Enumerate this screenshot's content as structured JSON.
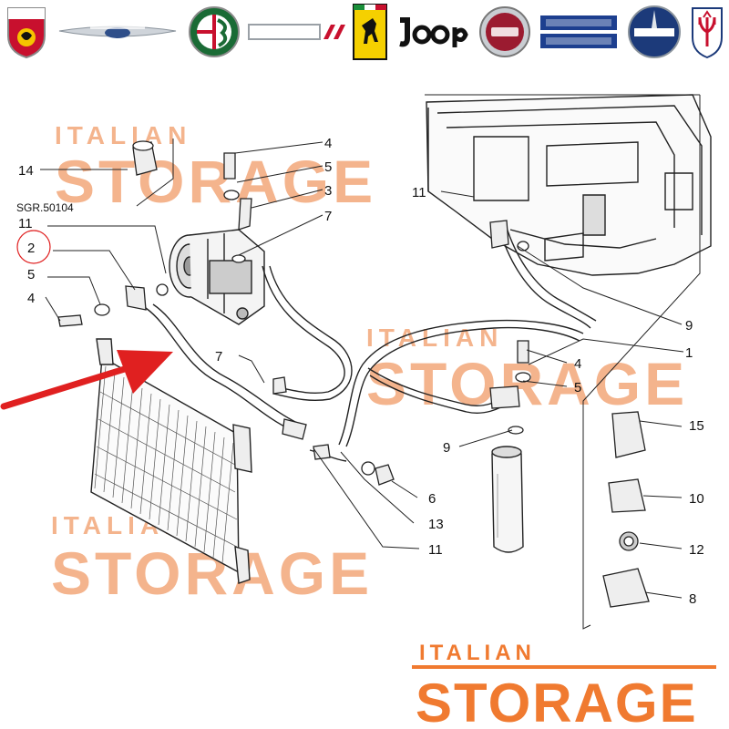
{
  "brand_logos": [
    {
      "id": "abarth",
      "label": "ABARTH",
      "color": "#c8102e"
    },
    {
      "id": "chrysler",
      "label": "CHRYSLER",
      "color": "#6f7d8c"
    },
    {
      "id": "alfa-romeo",
      "label": "ALFA ROMEO",
      "color": "#1a6b35"
    },
    {
      "id": "dodge",
      "label": "DODGE",
      "color": "#9aa0a6"
    },
    {
      "id": "ferrari",
      "label": "Ferrari",
      "color": "#f5d000"
    },
    {
      "id": "jeep",
      "label": "Jeep",
      "color": "#111111"
    },
    {
      "id": "fiat",
      "label": "FIAT",
      "color": "#9b1b30"
    },
    {
      "id": "magneti-marelli",
      "label": "MAGNETI MARELLI",
      "color": "#1d3f8f"
    },
    {
      "id": "lancia",
      "label": "LANCIA",
      "color": "#1c3a7a"
    },
    {
      "id": "maserati",
      "label": "MASERATI",
      "color": "#1c3a7a"
    }
  ],
  "watermark": {
    "line1": "ITALIAN",
    "line2": "STORAGE",
    "color": "#f3a77a"
  },
  "footer_logo": {
    "line1": "ITALIAN",
    "line2": "STORAGE",
    "color": "#f07a30"
  },
  "diagram": {
    "part_code": "SGR.50104",
    "callouts": [
      "14",
      "11",
      "2",
      "5",
      "4",
      "4",
      "5",
      "3",
      "7",
      "7",
      "11",
      "9",
      "1",
      "4",
      "5",
      "9",
      "6",
      "13",
      "11",
      "15",
      "10",
      "12",
      "8"
    ],
    "highlighted_callout": "2",
    "highlight_color": "#e02020",
    "arrow_color": "#e02020"
  }
}
